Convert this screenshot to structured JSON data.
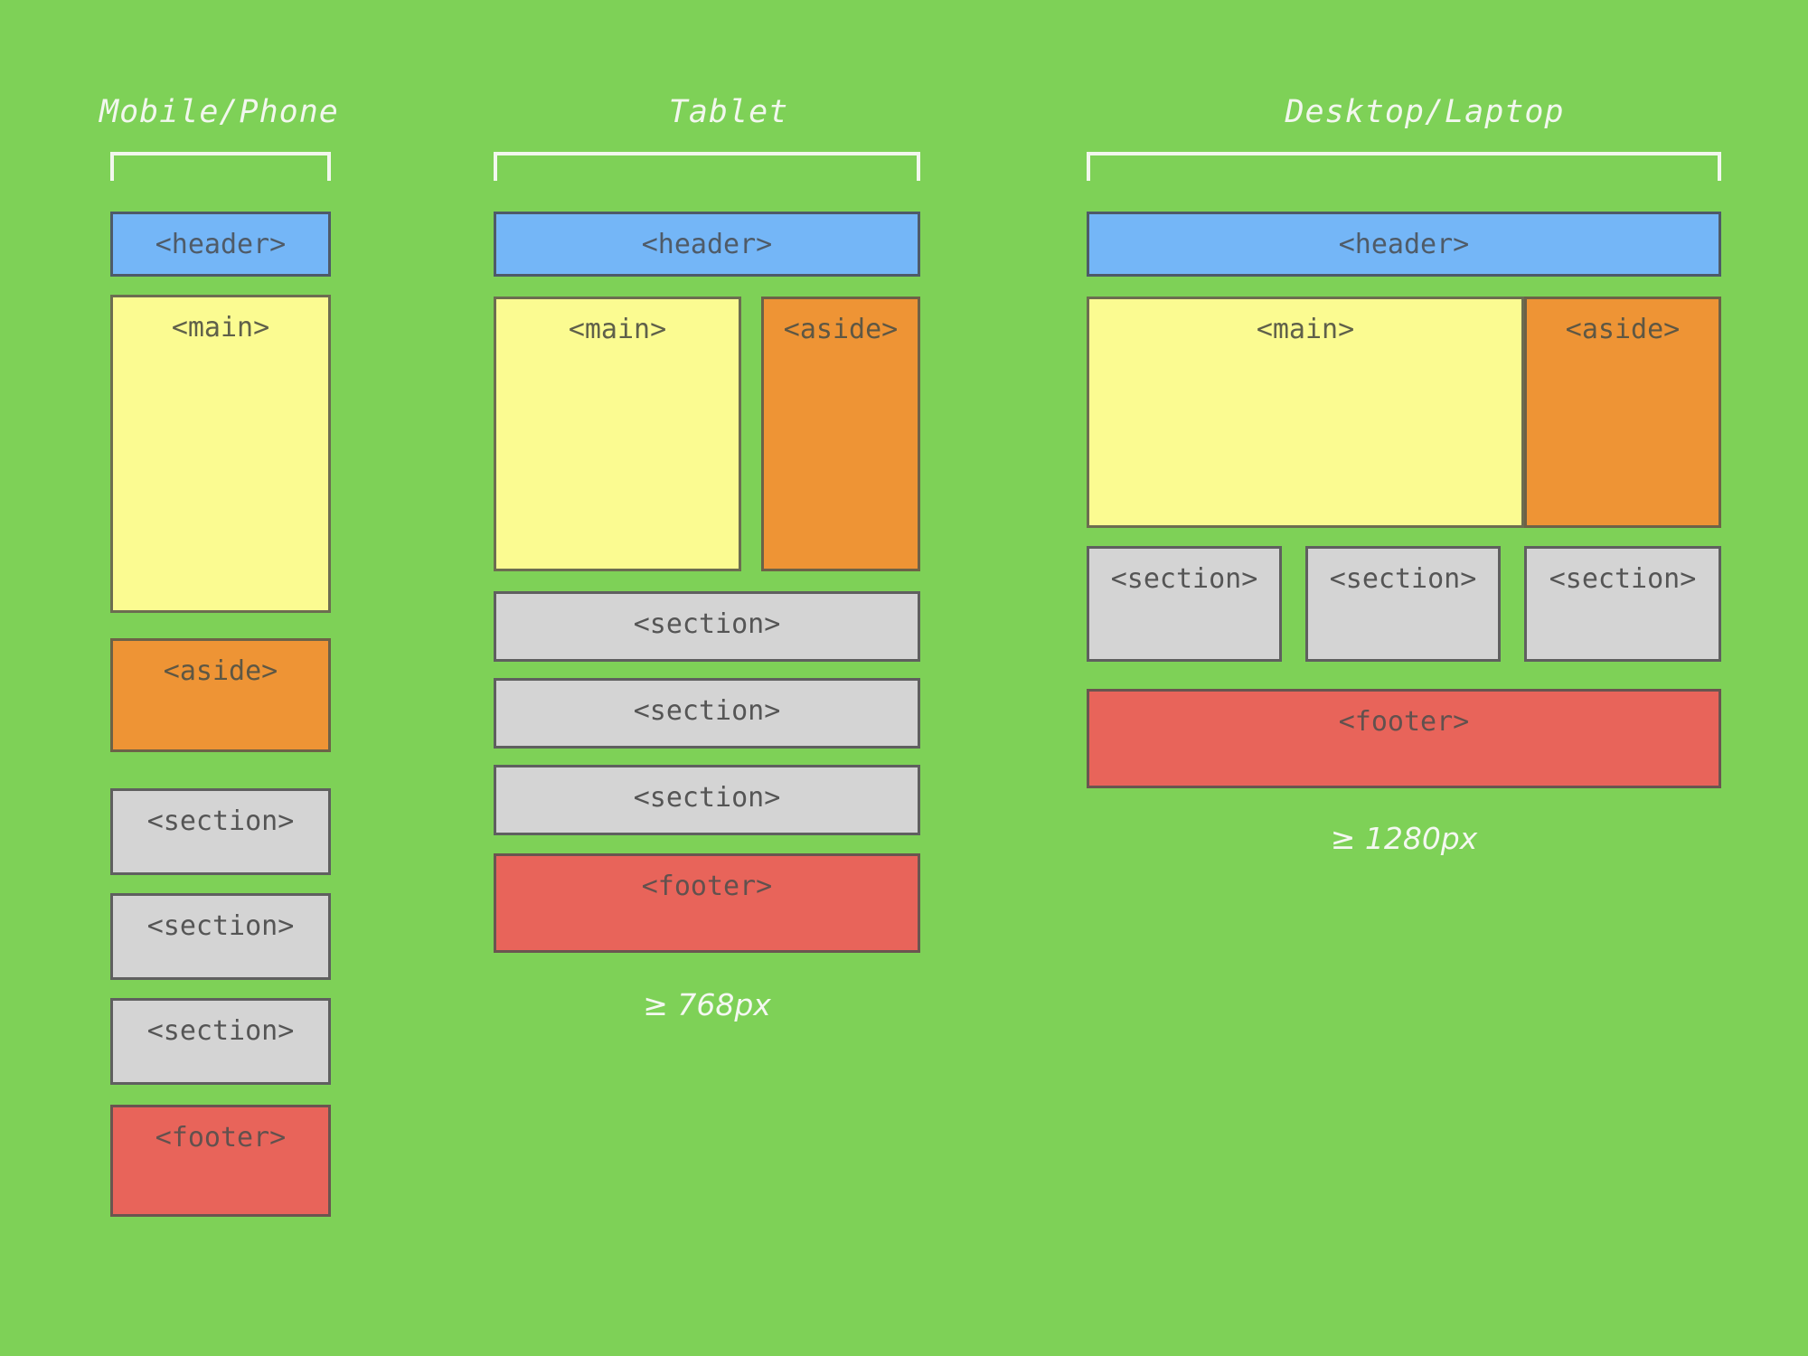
{
  "diagram": {
    "title": "Responsive layout breakpoints diagram",
    "background_color": "#7ed157",
    "palette": {
      "header": "#74b6f7",
      "main": "#fbfb91",
      "aside": "#ee9435",
      "section": "#d4d4d4",
      "footer": "#e8645a",
      "frame": "#f2f7ee",
      "border": "#62634f"
    }
  },
  "columns": [
    {
      "id": "mobile",
      "title": "Mobile/Phone",
      "breakpoint": "",
      "boxes": [
        {
          "label": "<header>",
          "kind": "header"
        },
        {
          "label": "<main>",
          "kind": "main"
        },
        {
          "label": "<aside>",
          "kind": "aside"
        },
        {
          "label": "<section>",
          "kind": "section"
        },
        {
          "label": "<section>",
          "kind": "section"
        },
        {
          "label": "<section>",
          "kind": "section"
        },
        {
          "label": "<footer>",
          "kind": "footer"
        }
      ]
    },
    {
      "id": "tablet",
      "title": "Tablet",
      "breakpoint": "≥ 768px",
      "boxes": [
        {
          "label": "<header>",
          "kind": "header"
        },
        {
          "label": "<main>",
          "kind": "main"
        },
        {
          "label": "<aside>",
          "kind": "aside"
        },
        {
          "label": "<section>",
          "kind": "section"
        },
        {
          "label": "<section>",
          "kind": "section"
        },
        {
          "label": "<section>",
          "kind": "section"
        },
        {
          "label": "<footer>",
          "kind": "footer"
        }
      ]
    },
    {
      "id": "desktop",
      "title": "Desktop/Laptop",
      "breakpoint": "≥ 1280px",
      "boxes": [
        {
          "label": "<header>",
          "kind": "header"
        },
        {
          "label": "<main>",
          "kind": "main"
        },
        {
          "label": "<aside>",
          "kind": "aside"
        },
        {
          "label": "<section>",
          "kind": "section"
        },
        {
          "label": "<section>",
          "kind": "section"
        },
        {
          "label": "<section>",
          "kind": "section"
        },
        {
          "label": "<footer>",
          "kind": "footer"
        }
      ]
    }
  ]
}
